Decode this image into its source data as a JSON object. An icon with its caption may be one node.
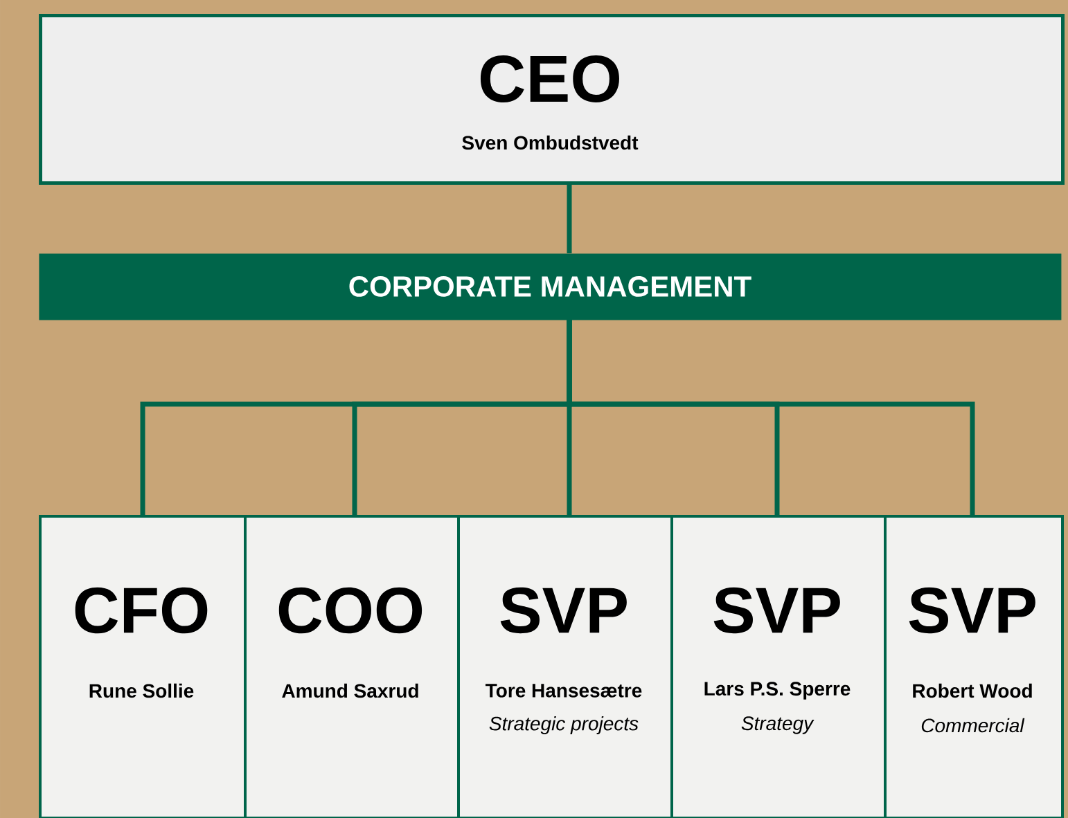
{
  "diagram": {
    "nodes": [
      {
        "text": [
          "CEO",
          "Sven Ombudstvedt"
        ]
      },
      {
        "text": [
          "CORPORATE MANAGEMENT"
        ]
      },
      {
        "text": [
          "CFO",
          "Rune Sollie"
        ]
      },
      {
        "text": [
          "COO",
          "Amund Saxrud"
        ]
      },
      {
        "text": [
          "SVP",
          "Tore Hansesætre",
          "Strategic projects"
        ]
      },
      {
        "text": [
          "SVP",
          "Lars P.S. Sperre",
          "Strategy"
        ]
      },
      {
        "text": [
          "SVP",
          "Robert Wood",
          "Commercial"
        ]
      }
    ],
    "edges": [
      {
        "from": 0,
        "to": 1,
        "arrow": "none"
      },
      {
        "from": 1,
        "to": 2,
        "arrow": "none"
      },
      {
        "from": 1,
        "to": 3,
        "arrow": "none"
      },
      {
        "from": 1,
        "to": 4,
        "arrow": "none"
      },
      {
        "from": 1,
        "to": 5,
        "arrow": "none"
      },
      {
        "from": 1,
        "to": 6,
        "arrow": "none"
      }
    ]
  }
}
